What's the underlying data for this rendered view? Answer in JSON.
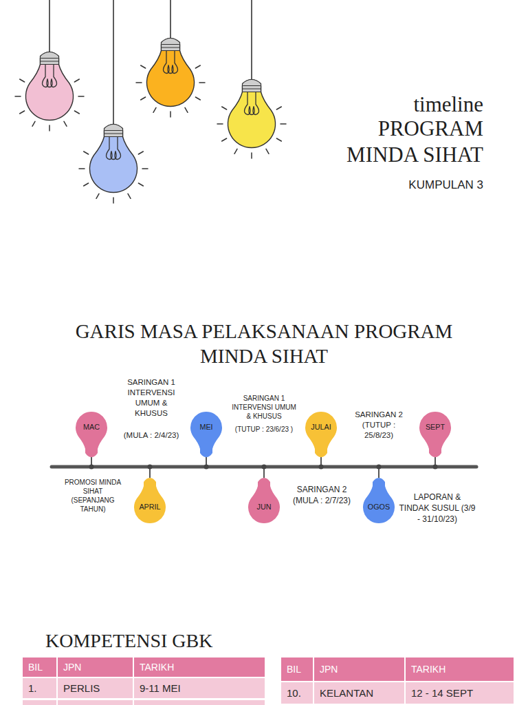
{
  "diagram": {
    "title": "PROGRAM MINDA SIHAT",
    "nodes": [
      {
        "text": [
          "MAC"
        ]
      },
      {
        "text": [
          "APRIL"
        ]
      },
      {
        "text": [
          "MEI"
        ]
      },
      {
        "text": [
          "JUN"
        ]
      },
      {
        "text": [
          "JULAI"
        ]
      },
      {
        "text": [
          "OGOS"
        ]
      },
      {
        "text": [
          "SEPT"
        ]
      }
    ],
    "labels": [
      "timeline",
      "KUMPULAN 3",
      "GARIS MASA PELAKSANAAN PROGRAM MINDA SIHAT",
      "SARINGAN 1 INTERVENSI UMUM & KHUSUS",
      "(MULA : 2/4/23)",
      "SARINGAN 1 INTERVENSI UMUM & KHUSUS",
      "(TUTUP : 23/6/23 )",
      "SARINGAN 2 (TUTUP : 25/8/23)",
      "PROMOSI MINDA SIHAT (SEPANJANG TAHUN)",
      "SARINGAN 2 (MULA : 2/7/23)",
      "LAPORAN & TINDAK SUSUL (3/9 - 31/10/23)",
      "KOMPETENSI GBK",
      "BIL",
      "JPN",
      "TARIKH",
      "1.",
      "PERLIS",
      "9-11 MEI",
      "BIL",
      "JPN",
      "TARIKH",
      "10.",
      "KELANTAN",
      "12 - 14 SEPT"
    ]
  }
}
